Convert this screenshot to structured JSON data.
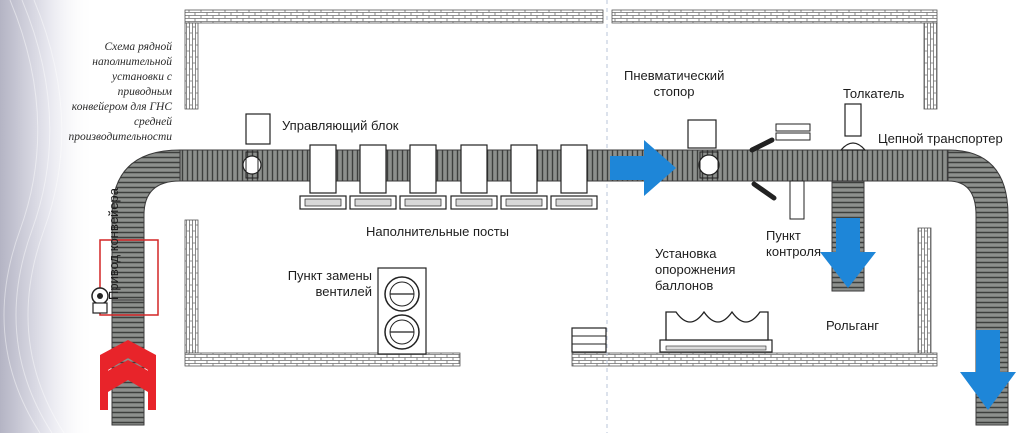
{
  "caption": "Схема рядной наполнительной установки с приводным конвейером для ГНС средней производительности",
  "labels": {
    "control_unit": "Управляющий блок",
    "pneumatic_stopper": "Пневматический стопор",
    "pusher": "Толкатель",
    "chain_conveyor": "Цепной транспортер",
    "filling_posts": "Наполнительные посты",
    "conveyor_drive": "Привод конвейера",
    "valve_replacement": "Пункт замены вентилей",
    "emptying_unit": "Установка опорожнения баллонов",
    "control_point": "Пункт контроля",
    "roller_table": "Рольганг"
  },
  "colors": {
    "conveyor": "#8a8d8a",
    "conveyor_dark": "#4a4c4a",
    "arrow_blue": "#1e86d8",
    "arrow_red": "#e8242a",
    "drive_frame": "#d32626",
    "wall_line": "#555555"
  },
  "icons": {
    "stopper": "pneumatic-stopper-icon",
    "motor": "conveyor-motor-icon"
  }
}
